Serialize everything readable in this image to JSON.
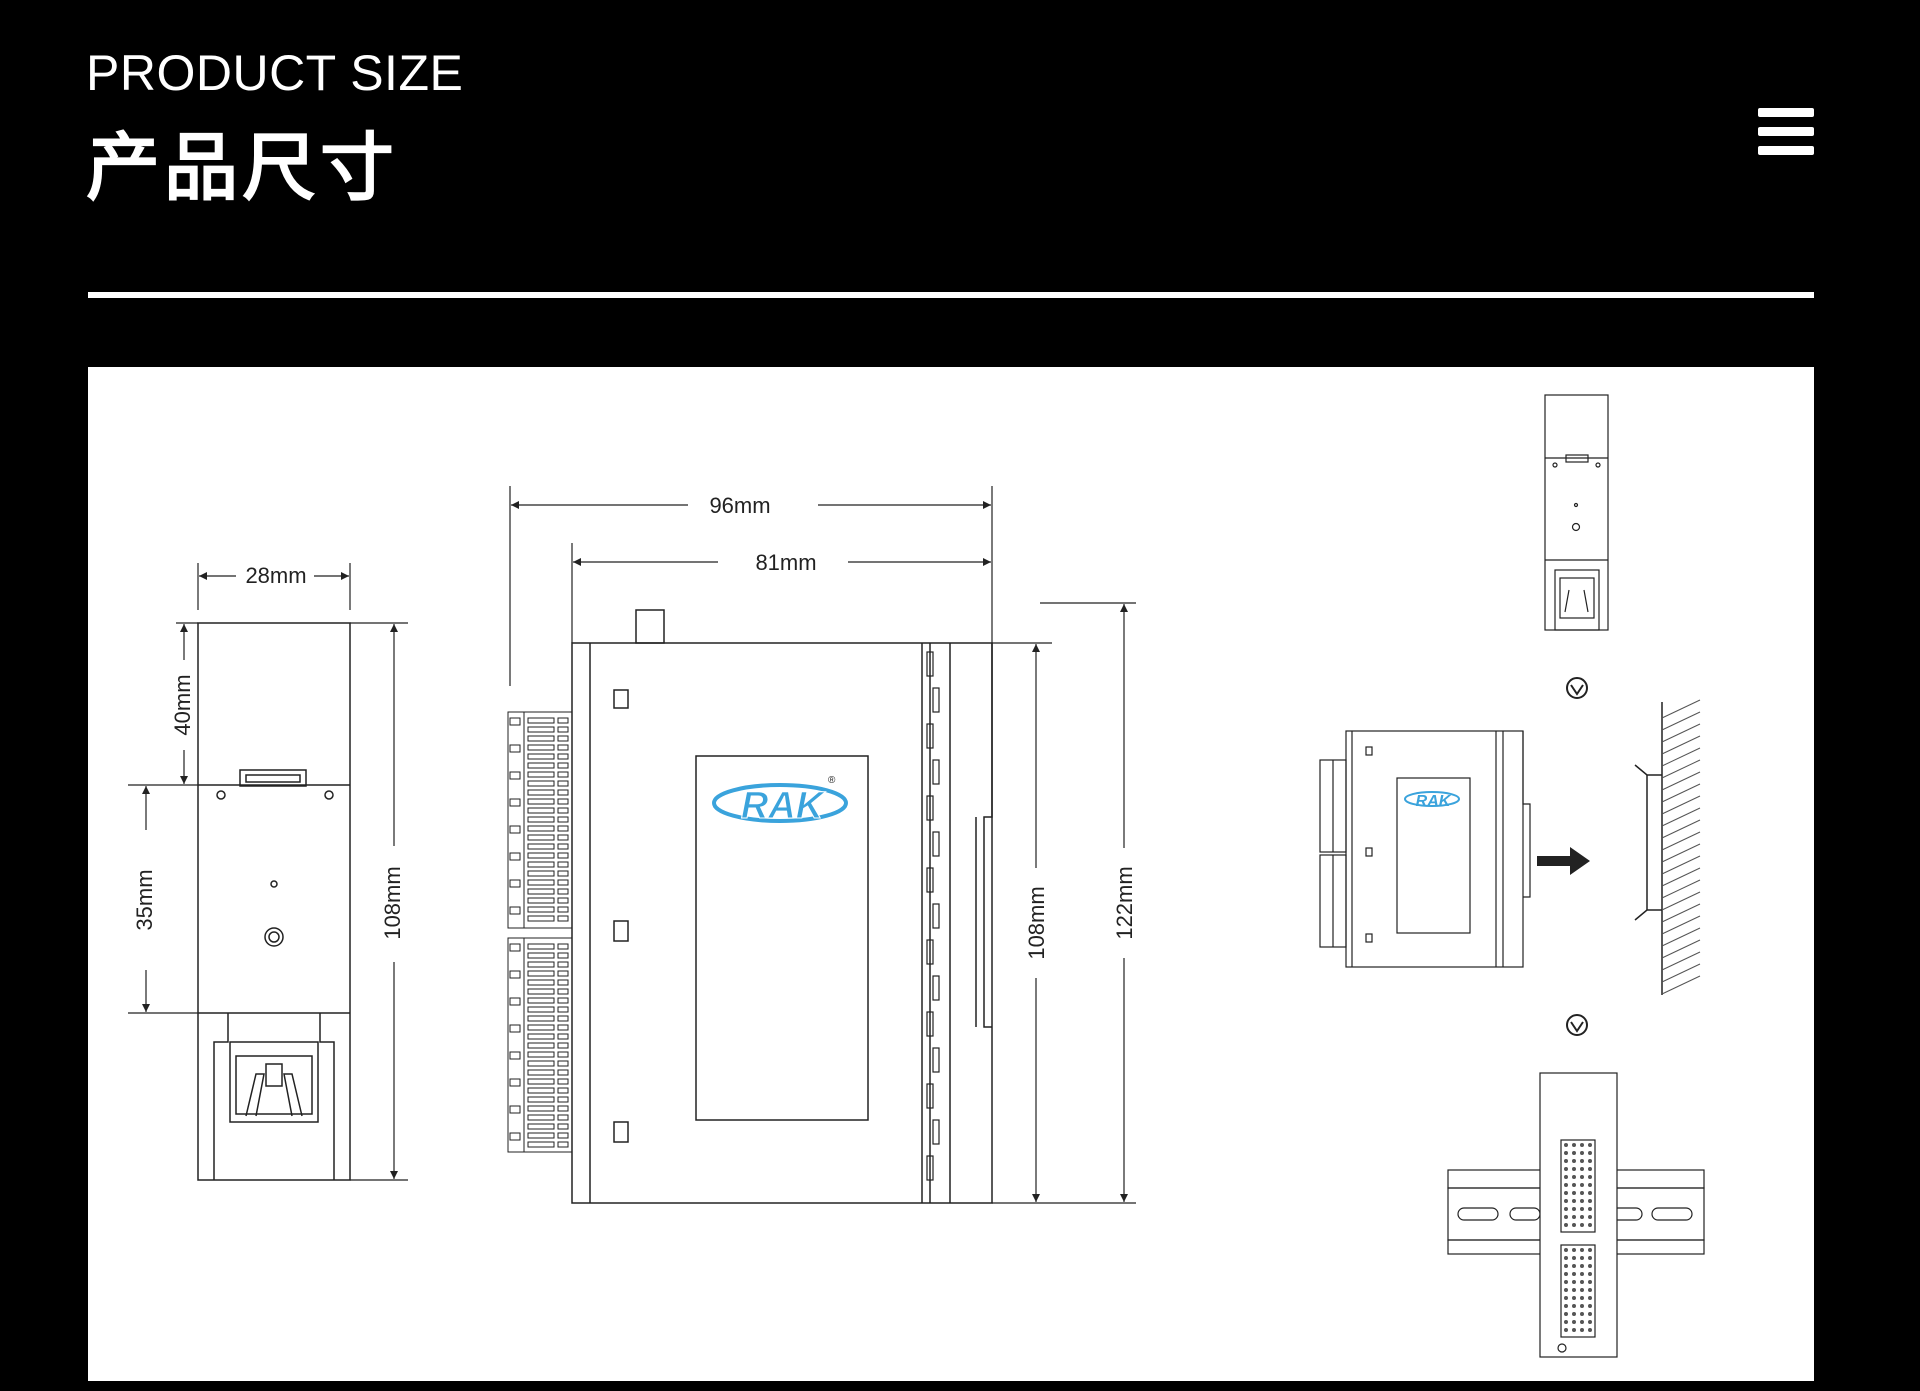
{
  "header": {
    "title_en": "PRODUCT SIZE",
    "title_cn": "产品尺寸",
    "menu_icon": "hamburger-menu-icon"
  },
  "dimensions": {
    "side_width": "28mm",
    "side_top_height": "40mm",
    "side_mid_height": "35mm",
    "side_total_height": "108mm",
    "front_total_width": "96mm",
    "front_body_width": "81mm",
    "front_body_height": "108mm",
    "front_total_height": "122mm"
  },
  "logo": {
    "text": "RAK",
    "registered": "®",
    "color": "#3aa3dc"
  },
  "colors": {
    "background": "#000000",
    "panel": "#ffffff",
    "line": "#222222",
    "logo_blue": "#3aa3dc"
  }
}
